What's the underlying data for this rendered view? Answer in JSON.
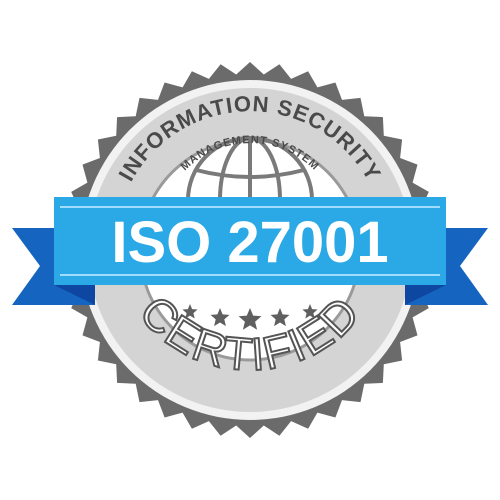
{
  "badge": {
    "top_text": "INFORMATION SECURITY",
    "sub_text": "MANAGEMENT SYSTEM",
    "ribbon_text": "ISO 27001",
    "bottom_text": "CERTIFIED",
    "star_count": 5
  },
  "colors": {
    "seal_outer": "#6b6b6b",
    "seal_ring": "#cfcfcf",
    "ring_text": "#4a4a4a",
    "globe": "#7a7a7a",
    "ribbon_front": "#2aa9e6",
    "ribbon_back": "#1565c0",
    "ribbon_fold": "#0d47a1",
    "ribbon_text": "#ffffff",
    "certified_text": "#ffffff",
    "certified_outline": "#555555"
  },
  "icons": {
    "globe": "globe-icon",
    "star": "star-icon"
  }
}
